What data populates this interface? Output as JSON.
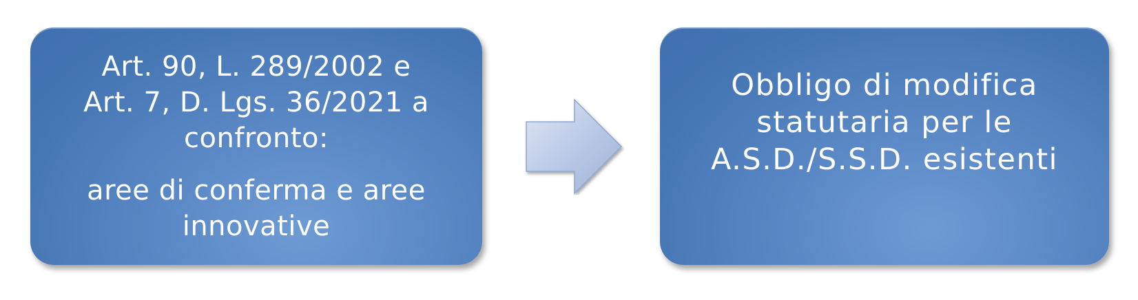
{
  "diagram": {
    "left_box": {
      "lines_top": [
        "Art. 90, L. 289/2002 e",
        "Art. 7, D. Lgs. 36/2021 a",
        "confronto:"
      ],
      "lines_bottom": [
        "aree di conferma e aree",
        "innovative"
      ]
    },
    "arrow": {
      "icon": "right-arrow-icon",
      "color": "#b9c8e6"
    },
    "right_box": {
      "lines": [
        "Obbligo di modifica",
        "statutaria per le",
        "A.S.D./S.S.D. esistenti"
      ]
    },
    "colors": {
      "box_fill": "#4f80c0",
      "text": "#ffffff"
    }
  }
}
